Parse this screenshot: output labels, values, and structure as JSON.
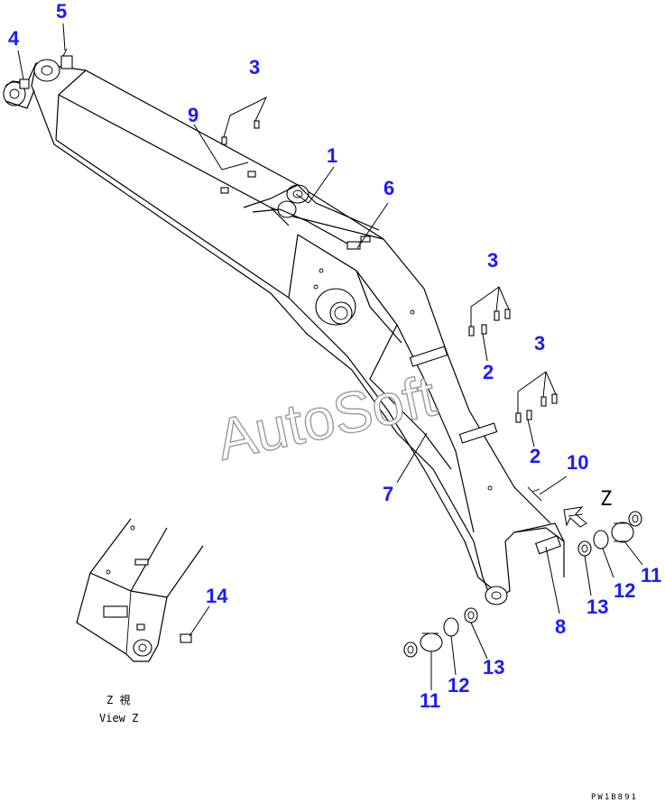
{
  "watermark": "AutoSoft",
  "callouts": {
    "c1": "1",
    "c2a": "2",
    "c2b": "2",
    "c3a": "3",
    "c3b": "3",
    "c3c": "3",
    "c4": "4",
    "c5": "5",
    "c6": "6",
    "c7": "7",
    "c8": "8",
    "c9": "9",
    "c10": "10",
    "c11a": "11",
    "c11b": "11",
    "c12a": "12",
    "c12b": "12",
    "c13a": "13",
    "c13b": "13",
    "c14": "14"
  },
  "view_marker": "Z",
  "view_caption": {
    "line1": "Z 視",
    "line2": "View Z"
  },
  "drawing_code": "PW1B891"
}
